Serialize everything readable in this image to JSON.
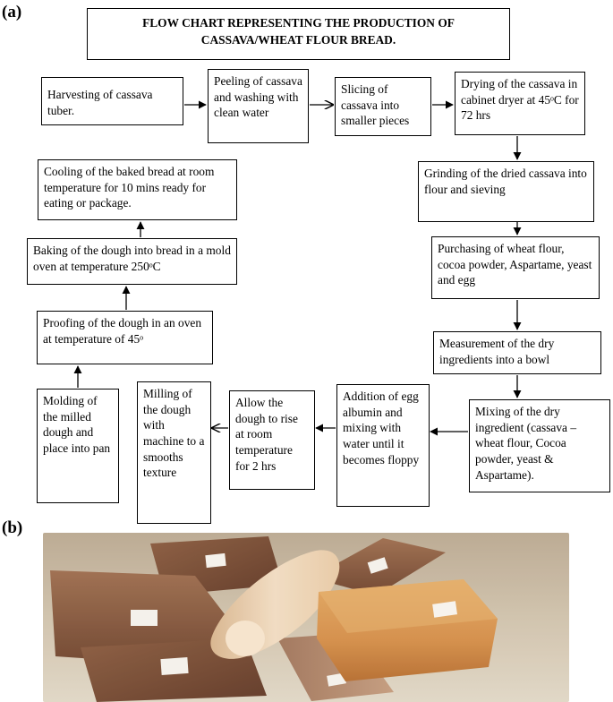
{
  "figure": {
    "panel_a_label": "(a)",
    "panel_b_label": "(b)",
    "title_line1": "FLOW CHART REPRESENTING THE PRODUCTION OF",
    "title_line2": "CASSAVA/WHEAT FLOUR BREAD."
  },
  "steps": {
    "harvesting": "Harvesting of cassava tuber.",
    "peeling": "Peeling of cassava and washing with clean water",
    "slicing": "Slicing of cassava into smaller pieces",
    "drying": "Drying of the cassava in cabinet dryer at 45ᵒC for 72 hrs",
    "grinding": "Grinding of the dried cassava into flour and sieving",
    "purchasing": "Purchasing of wheat flour, cocoa powder, Aspartame, yeast and egg",
    "measurement": "Measurement of the dry ingredients into a bowl",
    "mixing": "Mixing of the dry ingredient (cassava – wheat flour, Cocoa powder, yeast & Aspartame).",
    "addition": "Addition of egg albumin and mixing with water until it becomes floppy",
    "rising": "Allow the dough to rise at room temperature for 2 hrs",
    "milling": "Milling of the dough with machine to a smooths texture",
    "molding": "Molding of the milled dough and place into pan",
    "proofing": "Proofing of the dough in an oven at temperature of 45ᵒ",
    "baking": "Baking of the dough into bread in a mold oven at temperature 250ᵒC",
    "cooling": "Cooling of the baked bread at room temperature for 10 mins ready for eating or package."
  }
}
